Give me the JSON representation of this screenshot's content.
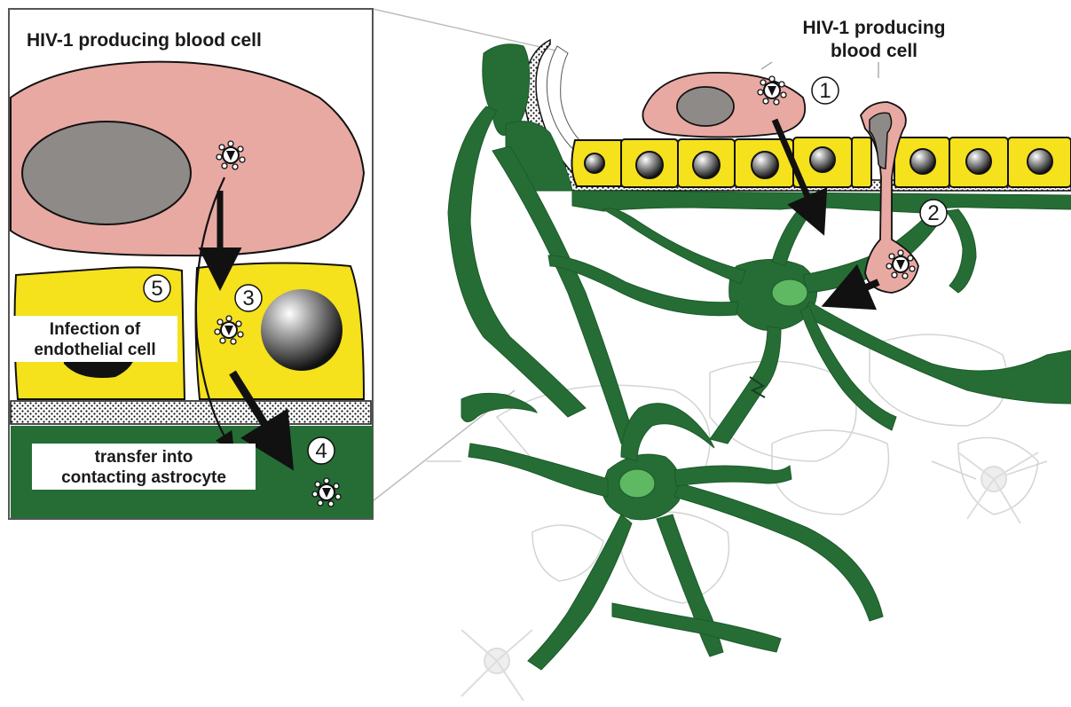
{
  "inset": {
    "title": "HIV-1 producing blood cell",
    "label_infection_line1": "Infection of",
    "label_infection_line2": "endothelial cell",
    "label_transfer_line1": "transfer into",
    "label_transfer_line2": "contacting astrocyte",
    "step_3": "3",
    "step_4": "4",
    "step_5": "5"
  },
  "overview": {
    "label_line1": "HIV-1 producing",
    "label_line2": "blood cell",
    "step_1": "1",
    "step_2": "2"
  },
  "colors": {
    "astrocyte": "#256d35",
    "astrocyte_nucleus": "#5fb862",
    "endothelial": "#f5e11c",
    "blood_cell": "#e8a9a2",
    "blood_cell_nucleus": "#8e8a88",
    "outline": "#1a1a1a"
  },
  "icons": [
    "virus-particle-icon",
    "arrow-icon"
  ]
}
